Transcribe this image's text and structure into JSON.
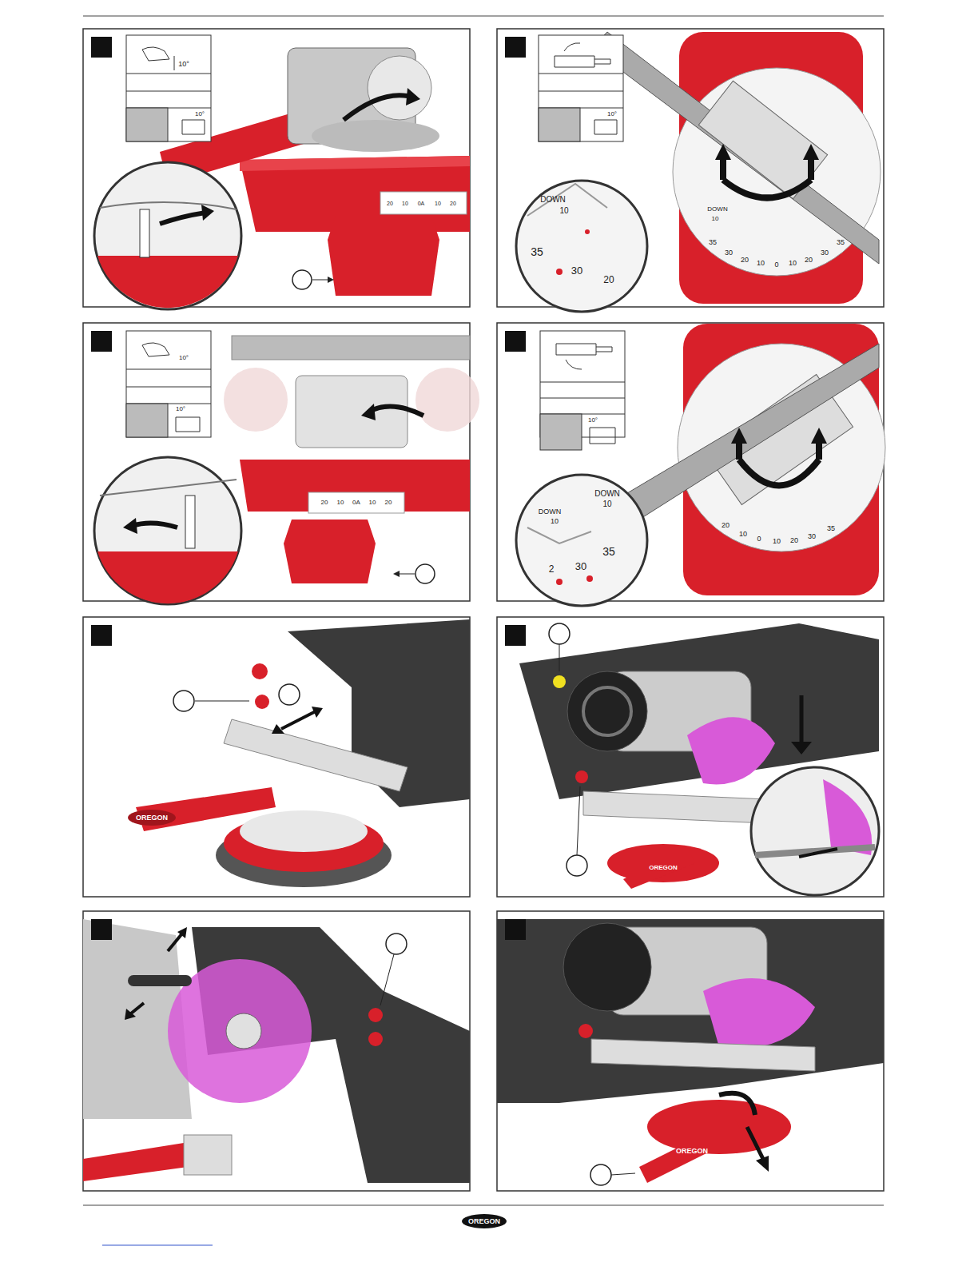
{
  "diagram": {
    "labels": [
      "10°",
      "10°",
      "20",
      "10",
      "0A",
      "10",
      "20",
      "10°",
      "DOWN",
      "10",
      "35",
      "30",
      "20",
      "DOWN",
      "10",
      "35",
      "30",
      "20",
      "10",
      "0",
      "10",
      "20",
      "30",
      "35",
      "10°",
      "10°",
      "20",
      "10",
      "0A",
      "10",
      "20",
      "10°",
      "DOWN",
      "10",
      "DOWN",
      "10",
      "35",
      "2",
      "30",
      "20",
      "10",
      "0",
      "10",
      "20",
      "30",
      "35",
      "OREGON",
      "OREGON",
      "OREGON",
      "OREGON"
    ]
  }
}
